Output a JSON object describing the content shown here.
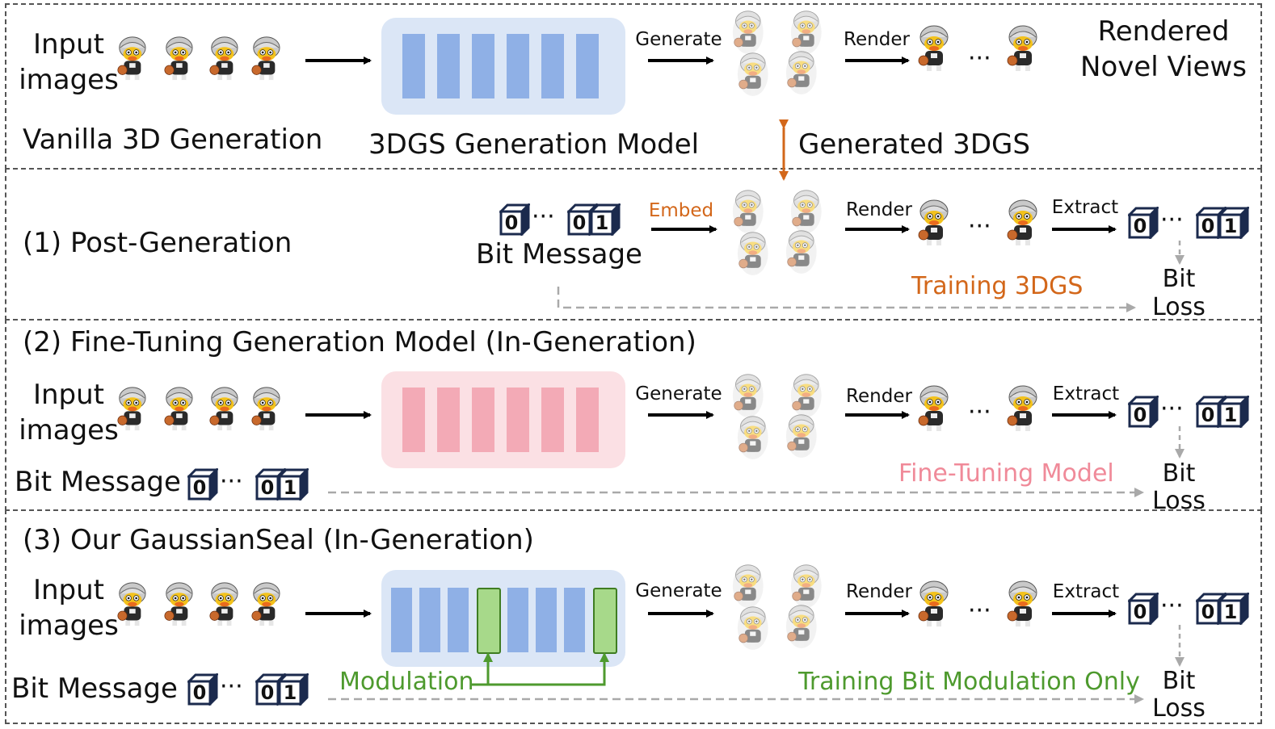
{
  "colors": {
    "model_blue_bg": "#dbe6f6",
    "model_blue_bar": "#8fb0e6",
    "model_pink_bg": "#fbe0e4",
    "model_pink_bar": "#f3aab6",
    "modulation_green": "#4e9a2e",
    "modulation_fill": "#a7d98a",
    "embed_orange": "#d3671a",
    "finetune_pink": "#f08a99",
    "bit_cube_navy": "#1b2a4d",
    "dashed_gray": "#a9a9a9"
  },
  "row0": {
    "input_label_line1": "Input",
    "input_label_line2": "images",
    "caption": "Vanilla 3D Generation",
    "model_label": "3DGS Generation Model",
    "generate": "Generate",
    "render": "Render",
    "dots": "···",
    "generated_label": "Generated 3DGS",
    "novel_line1": "Rendered",
    "novel_line2": "Novel Views"
  },
  "row1": {
    "title": "(1) Post-Generation",
    "bit_message": "Bit Message",
    "embed": "Embed",
    "render": "Render",
    "extract": "Extract",
    "training": "Training 3DGS",
    "bit": "Bit",
    "loss": "Loss",
    "dots": "···"
  },
  "row2": {
    "title": "(2) Fine-Tuning Generation Model (In-Generation)",
    "input_label_line1": "Input",
    "input_label_line2": "images",
    "bit_message": "Bit Message",
    "generate": "Generate",
    "render": "Render",
    "extract": "Extract",
    "finetune": "Fine-Tuning Model",
    "bit": "Bit",
    "loss": "Loss",
    "dots": "···"
  },
  "row3": {
    "title": "(3) Our GaussianSeal (In-Generation)",
    "input_label_line1": "Input",
    "input_label_line2": "images",
    "bit_message": "Bit Message",
    "modulation": "Modulation",
    "generate": "Generate",
    "render": "Render",
    "extract": "Extract",
    "training": "Training Bit Modulation Only",
    "bit": "Bit",
    "loss": "Loss",
    "dots": "···"
  },
  "bits": {
    "zero": "0",
    "one": "1",
    "dots": "···"
  },
  "icons": {
    "character": "duck-character-icon",
    "gaussian": "gaussian-splat-icon",
    "cube": "bit-cube-icon"
  }
}
